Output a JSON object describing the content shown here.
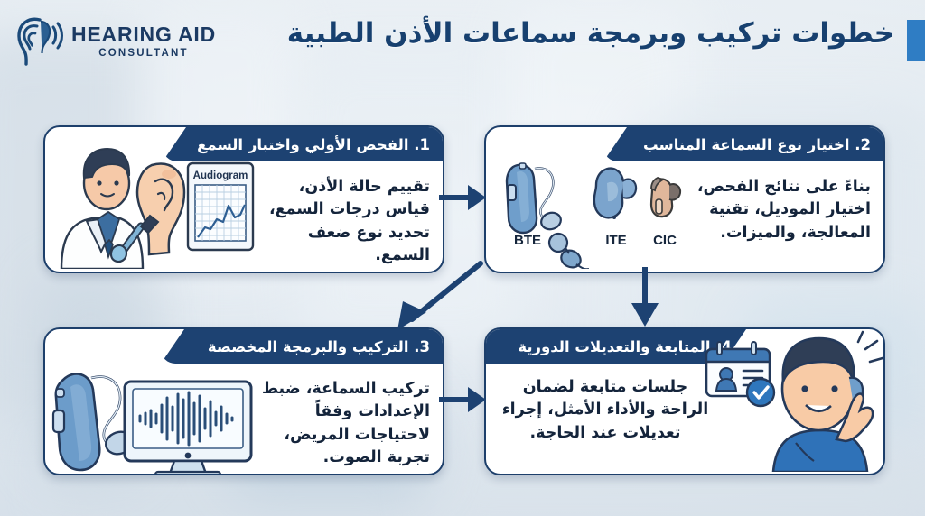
{
  "header": {
    "logo_main": "HEARING AID",
    "logo_sub": "CONSULTANT",
    "logo_icon": "ear-hearing-aid-icon",
    "title": "خطوات تركيب وبرمجة سماعات الأذن الطبية",
    "accent_color": "#2f7dc4",
    "title_color": "#17406f"
  },
  "cards": [
    {
      "number": "1",
      "title": "1. الفحص الأولي واختبار السمع",
      "body": "تقييم حالة الأذن، قياس درجات السمع، تحديد نوع ضعف السمع.",
      "art_label": "Audiogram",
      "art_icon": "doctor-otoscope-ear-audiogram-illustration"
    },
    {
      "number": "2",
      "title": "2. اختيار نوع السماعة المناسب",
      "body": "بناءً على نتائج الفحص، اختيار الموديل، تقنية المعالجة، والميزات.",
      "art_icon": "hearing-aid-types-illustration",
      "device_labels": [
        "BTE",
        "ITE",
        "CIC"
      ]
    },
    {
      "number": "3",
      "title": "3. التركيب والبرمجة المخصصة",
      "body": "تركيب السماعة، ضبط الإعدادات وفقاً لاحتياجات المريض، تجربة الصوت.",
      "art_icon": "hearing-aid-computer-waveform-illustration"
    },
    {
      "number": "4",
      "title": "4. المتابعة والتعديلات الدورية",
      "body": "جلسات متابعة لضمان الراحة والأداء الأمثل، إجراء تعديلات عند الحاجة.",
      "art_icon": "patient-followup-calendar-illustration"
    }
  ],
  "arrows": [
    {
      "name": "arrow-step1-to-step2",
      "direction": "right"
    },
    {
      "name": "arrow-step2-to-step4",
      "direction": "down"
    },
    {
      "name": "arrow-step2-to-step3",
      "direction": "diagonal-down-left"
    },
    {
      "name": "arrow-step3-to-step4",
      "direction": "right"
    }
  ],
  "colors": {
    "card_border": "#1d3f6b",
    "header_bar": "#1d4272",
    "arrow": "#1d4272",
    "card_bg": "#ffffff",
    "body_text": "#14243b"
  }
}
